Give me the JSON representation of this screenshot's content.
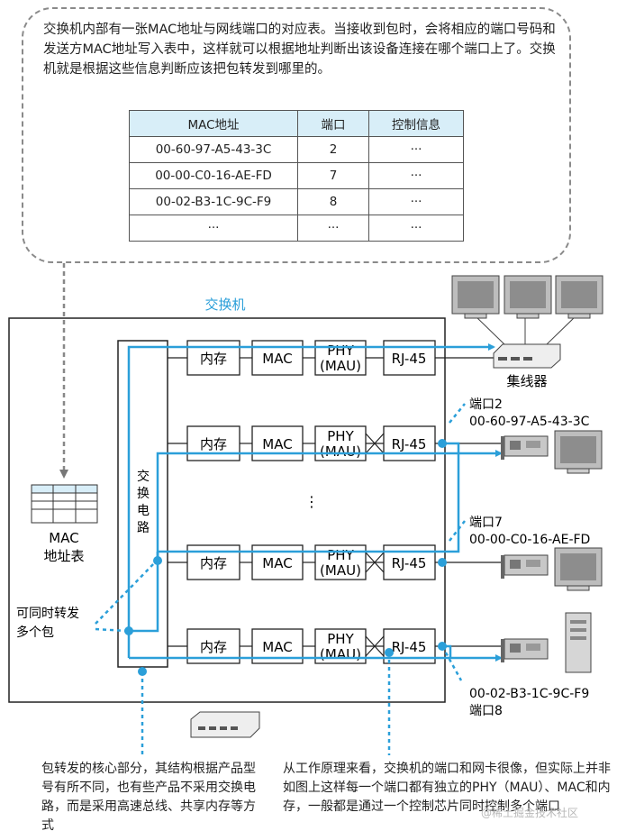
{
  "callout": {
    "text": "交换机内部有一张MAC地址与网线端口的对应表。当接收到包时，会将相应的端口号码和发送方MAC地址写入表中，这样就可以根据地址判断出该设备连接在哪个端口上了。交换机就是根据这些信息判断应该把包转发到哪里的。",
    "table": {
      "headers": [
        "MAC地址",
        "端口",
        "控制信息"
      ],
      "rows": [
        [
          "00-60-97-A5-43-3C",
          "2",
          "···"
        ],
        [
          "00-00-C0-16-AE-FD",
          "7",
          "···"
        ],
        [
          "00-02-B3-1C-9C-F9",
          "8",
          "···"
        ],
        [
          "···",
          "···",
          "···"
        ]
      ]
    }
  },
  "switch_label": "交换机",
  "switching_circuit": [
    "交",
    "换",
    "电",
    "路"
  ],
  "mac_table_label": [
    "MAC",
    "地址表"
  ],
  "concurrent_label": [
    "可同时转发",
    "多个包"
  ],
  "components": {
    "memory": "内存",
    "mac": "MAC",
    "phy": [
      "PHY",
      "(MAU)"
    ],
    "rj45": "RJ-45"
  },
  "ellipsis": "⋮",
  "hub_label": "集线器",
  "ports": [
    {
      "port": "端口2",
      "mac": "00-60-97-A5-43-3C"
    },
    {
      "port": "端口7",
      "mac": "00-00-C0-16-AE-FD"
    },
    {
      "port": "端口8",
      "mac": "00-02-B3-1C-9C-F9"
    }
  ],
  "notes": {
    "left": "包转发的核心部分，其结构根据产品型号有所不同，也有些产品不采用交换电路，而是采用高速总线、共享内存等方式",
    "right": "从工作原理来看，交换机的端口和网卡很像，但实际上并非如图上这样每一个端口都有独立的PHY（MAU）、MAC和内存，一般都是通过一个控制芯片同时控制多个端口"
  },
  "watermark": "@稀土掘金技术社区",
  "colors": {
    "accent": "#2b9fd9",
    "table_header": "#d8eef8",
    "border": "#222222"
  }
}
